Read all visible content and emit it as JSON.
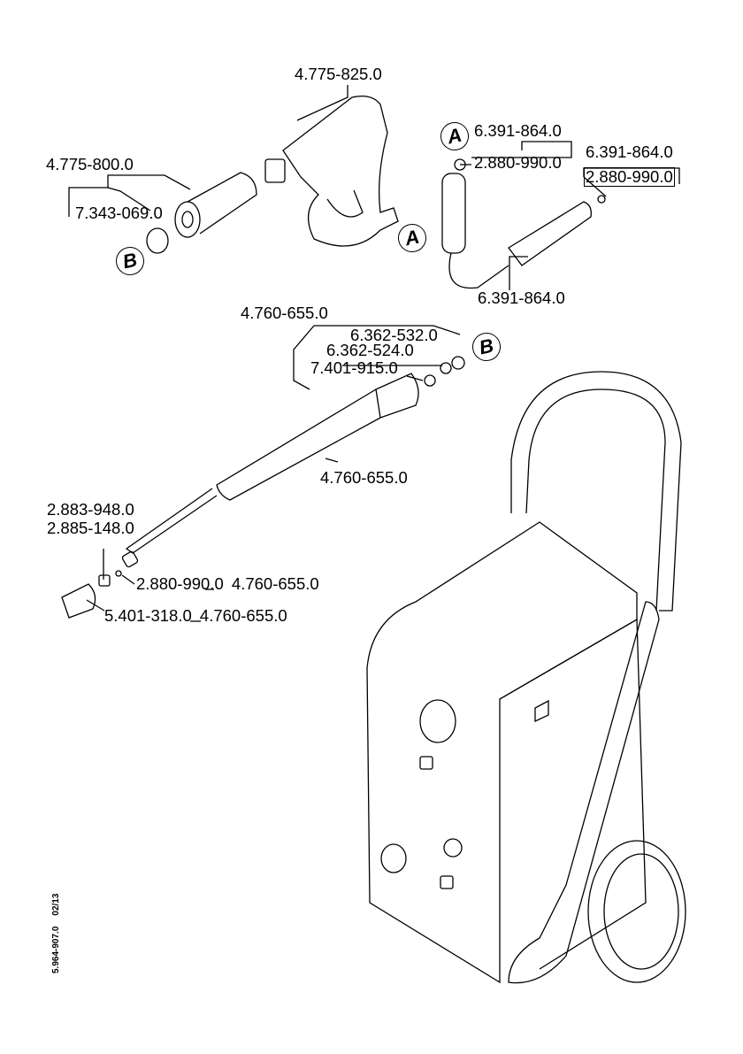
{
  "document_code": "5.964-907.0",
  "document_date": "02/13",
  "callouts": {
    "a": "A",
    "b": "B"
  },
  "labels": {
    "gun": "4.775-825.0",
    "filter": "4.775-800.0",
    "filter_ring": "7.343-069.0",
    "hose_top": "6.391-864.0",
    "hose_oring": "2.880-990.0",
    "hose_right": "6.391-864.0",
    "hose_right_oring": "2.880-990.0",
    "hose_bottom": "6.391-864.0",
    "lance_group": "4.760-655.0",
    "lance_part1": "6.362-532.0",
    "lance_part2": "6.362-524.0",
    "lance_part3": "7.401-915.0",
    "lance": "4.760-655.0",
    "nozzle1": "2.883-948.0",
    "nozzle2": "2.885-148.0",
    "nozzle_oring": "2.880-990.0",
    "nozzle_oring_ref": "4.760-655.0",
    "nozzle_cap": "5.401-318.0",
    "nozzle_cap_ref": "4.760-655.0"
  }
}
